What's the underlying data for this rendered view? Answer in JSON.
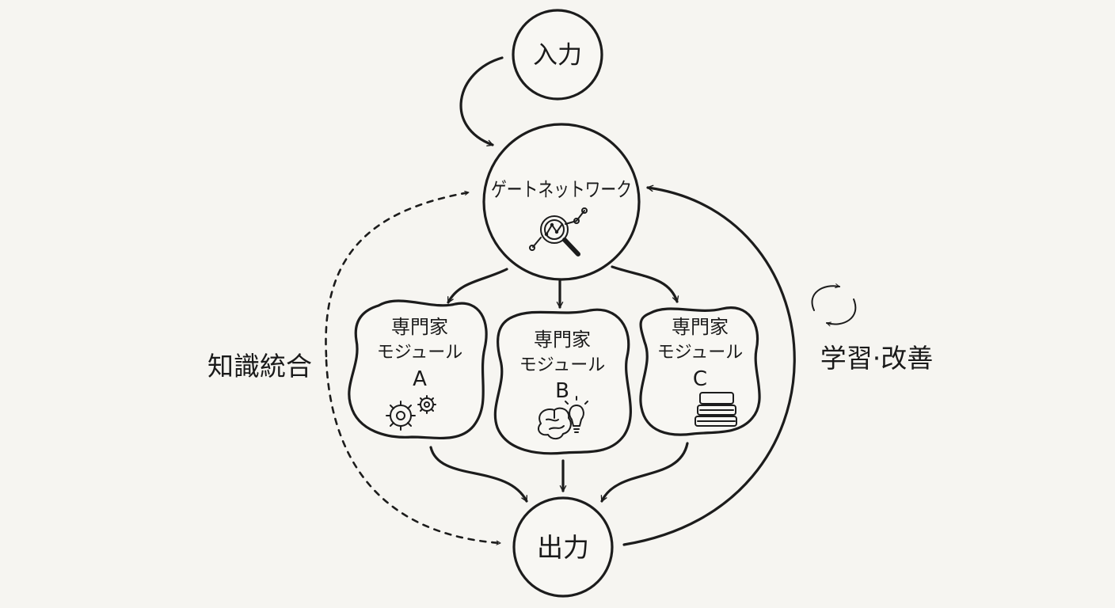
{
  "nodes": {
    "input": "入力",
    "gate": "ゲートネットワーク",
    "expert_a": [
      "専門家",
      "モジュール",
      "A"
    ],
    "expert_b": [
      "専門家",
      "モジュール",
      "B"
    ],
    "expert_c": [
      "専門家",
      "モジュール",
      "C"
    ],
    "output": "出力"
  },
  "side_labels": {
    "knowledge_integration": "知識統合",
    "learning_improvement": "学習·改善"
  },
  "icons": {
    "gate": "magnifier-network-icon",
    "expert_a": "gears-icon",
    "expert_b": "brain-lightbulb-icon",
    "expert_c": "books-icon",
    "cycle": "cycle-arrows-icon"
  },
  "colors": {
    "background": "#f6f5f1",
    "ink": "#1c1c1c"
  }
}
